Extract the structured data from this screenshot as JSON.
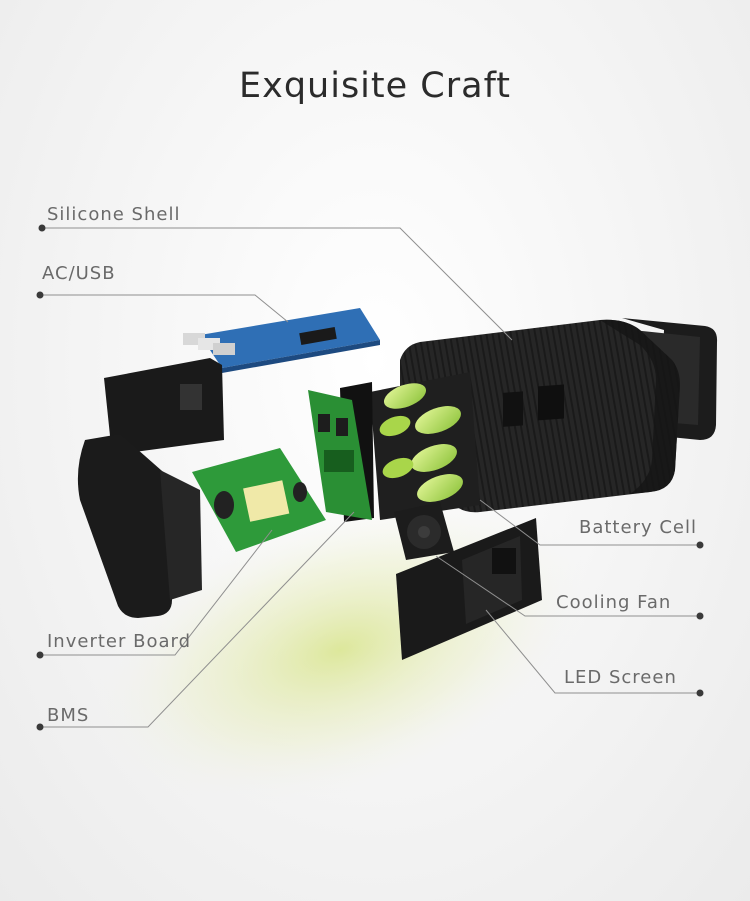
{
  "title": "Exquisite Craft",
  "labels": {
    "silicone_shell": "Silicone Shell",
    "ac_usb": "AC/USB",
    "inverter_board": "Inverter Board",
    "bms": "BMS",
    "battery_cell": "Battery Cell",
    "cooling_fan": "Cooling Fan",
    "led_screen": "LED Screen"
  },
  "colors": {
    "text": "#6a6a6a",
    "leader_line": "#8f8f8f",
    "casing": "#1e1e1e",
    "pcb_green": "#2e9a3a",
    "pcb_blue": "#2f6fb5",
    "cell_green": "#b6e35a",
    "glow": "#cfe07a"
  }
}
